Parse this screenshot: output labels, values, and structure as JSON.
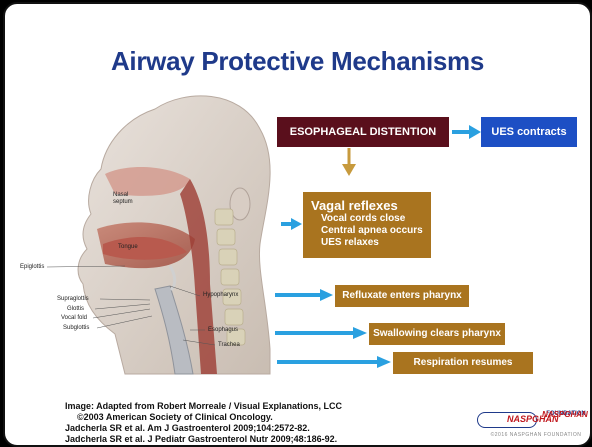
{
  "slide": {
    "title": "Airway Protective Mechanisms",
    "boxes": {
      "esophageal": "ESOPHAGEAL DISTENTION",
      "ues_contracts": "UES contracts",
      "vagal_title": "Vagal reflexes",
      "vagal_items": [
        "Vocal cords close",
        "Central apnea occurs",
        "UES relaxes"
      ],
      "refluxate": "Refluxate enters pharynx",
      "swallowing": "Swallowing clears pharynx",
      "respiration": "Respiration resumes"
    },
    "anatomy_labels": {
      "nasal": "Nasal\nseptum",
      "tongue": "Tongue",
      "epiglottis": "Epiglottis",
      "hypopharynx": "Hypopharynx",
      "supraglottis": "Supraglottis",
      "glottis": "Glottis",
      "vocal_fold": "Vocal fold",
      "subglottis": "Subglottis",
      "esophagus": "Esophagus",
      "trachea": "Trachea"
    },
    "credits": {
      "line1": "Image: Adapted from Robert Morreale / Visual Explanations, LCC",
      "line2": "©2003 American Society of Clinical Oncology.",
      "line3": "Jadcherla SR et al. Am J Gastroenterol 2009;104:2572-82.",
      "line4": "Jadcherla SR et al. J Pediatr Gastroenterol Nutr 2009;48:186-92."
    },
    "logos": {
      "left": "NASPGHAN",
      "right_top": "NASPGHAN",
      "right_bottom": "FOUNDATION",
      "footer": "©2016 NASPGHAN FOUNDATION"
    },
    "colors": {
      "title": "#1f3a8a",
      "maroon_box": "#5a0f1c",
      "blue_box": "#1d4fc4",
      "gold_box": "#a9741f",
      "arrow_blue": "#2aa0e0",
      "arrow_gold": "#c79a3d"
    }
  }
}
